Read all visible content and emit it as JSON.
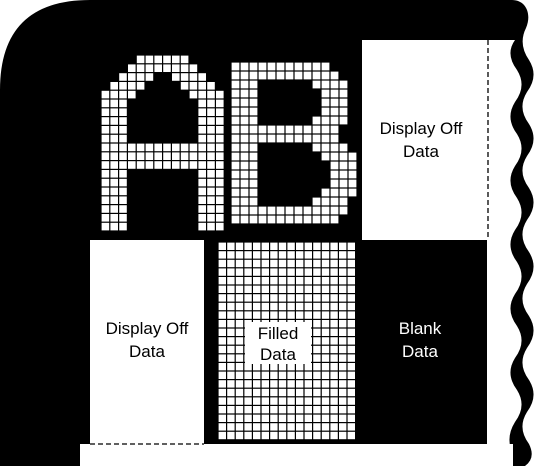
{
  "letters": [
    "A",
    "B"
  ],
  "regions": {
    "display_off_top": {
      "line1": "Display Off",
      "line2": "Data"
    },
    "display_off_bottom": {
      "line1": "Display Off",
      "line2": "Data"
    },
    "filled": {
      "line1": "Filled",
      "line2": "Data"
    },
    "blank": {
      "line1": "Blank",
      "line2": "Data"
    }
  },
  "colors": {
    "panel": "#000000",
    "pixel_on": "#ffffff",
    "background": "#ffffff",
    "text_light": "#ffffff",
    "text_dark": "#000000"
  }
}
